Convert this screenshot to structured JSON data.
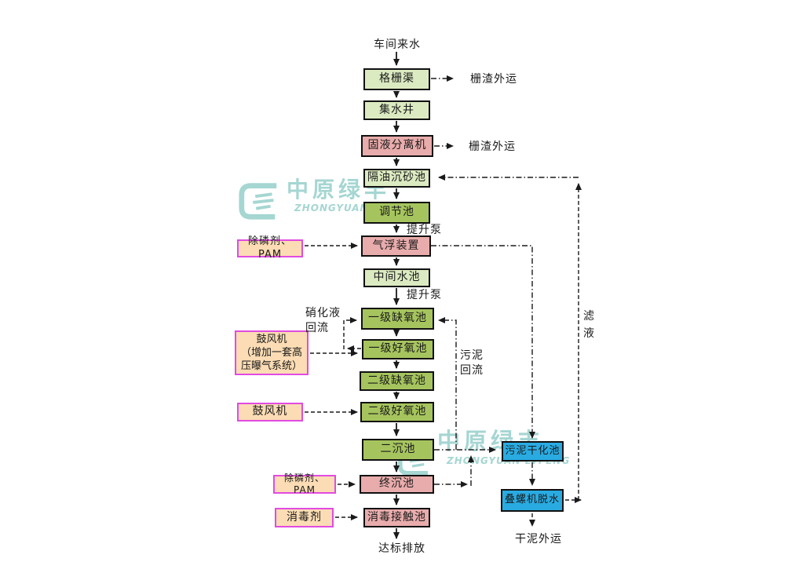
{
  "watermark": {
    "cn": "中原绿丰",
    "en": "ZHONGYUAN LVFENG"
  },
  "colors": {
    "light_green": "#DCEAC1",
    "green": "#A6C45E",
    "pink": "#E9ACAC",
    "blue": "#29ABE2",
    "peach": "#FBDCB4",
    "magenta_border": "#E14BE1",
    "watermark": "#A5D6D2",
    "line": "#1a1a1a"
  },
  "nodes": {
    "main": [
      {
        "label": "格栅渠"
      },
      {
        "label": "集水井"
      },
      {
        "label": "固液分离机"
      },
      {
        "label": "隔油沉砂池"
      },
      {
        "label": "调节池"
      },
      {
        "label": "气浮装置"
      },
      {
        "label": "中间水池"
      },
      {
        "label": "一级缺氧池"
      },
      {
        "label": "一级好氧池"
      },
      {
        "label": "二级缺氧池"
      },
      {
        "label": "二级好氧池"
      },
      {
        "label": "二沉池"
      },
      {
        "label": "终沉池"
      },
      {
        "label": "消毒接触池"
      }
    ],
    "side_inputs": [
      {
        "label": "除磷剂、PAM"
      },
      {
        "label": "鼓风机\n（增加一套高\n压曝气系统）"
      },
      {
        "label": "鼓风机"
      },
      {
        "label": "除磷剂、PAM"
      },
      {
        "label": "消毒剂"
      }
    ],
    "sludge_line": [
      {
        "label": "污泥干化池"
      },
      {
        "label": "叠螺机脱水"
      }
    ]
  },
  "texts": {
    "source": "车间来水",
    "screenings1": "栅渣外运",
    "screenings2": "栅渣外运",
    "lift_pump1": "提升泵",
    "lift_pump2": "提升泵",
    "nitrate_return": "硝化液\n回流",
    "sludge_return": "污泥\n回流",
    "filtrate": "滤\n液",
    "dry_sludge": "干泥外运",
    "discharge": "达标排放"
  }
}
